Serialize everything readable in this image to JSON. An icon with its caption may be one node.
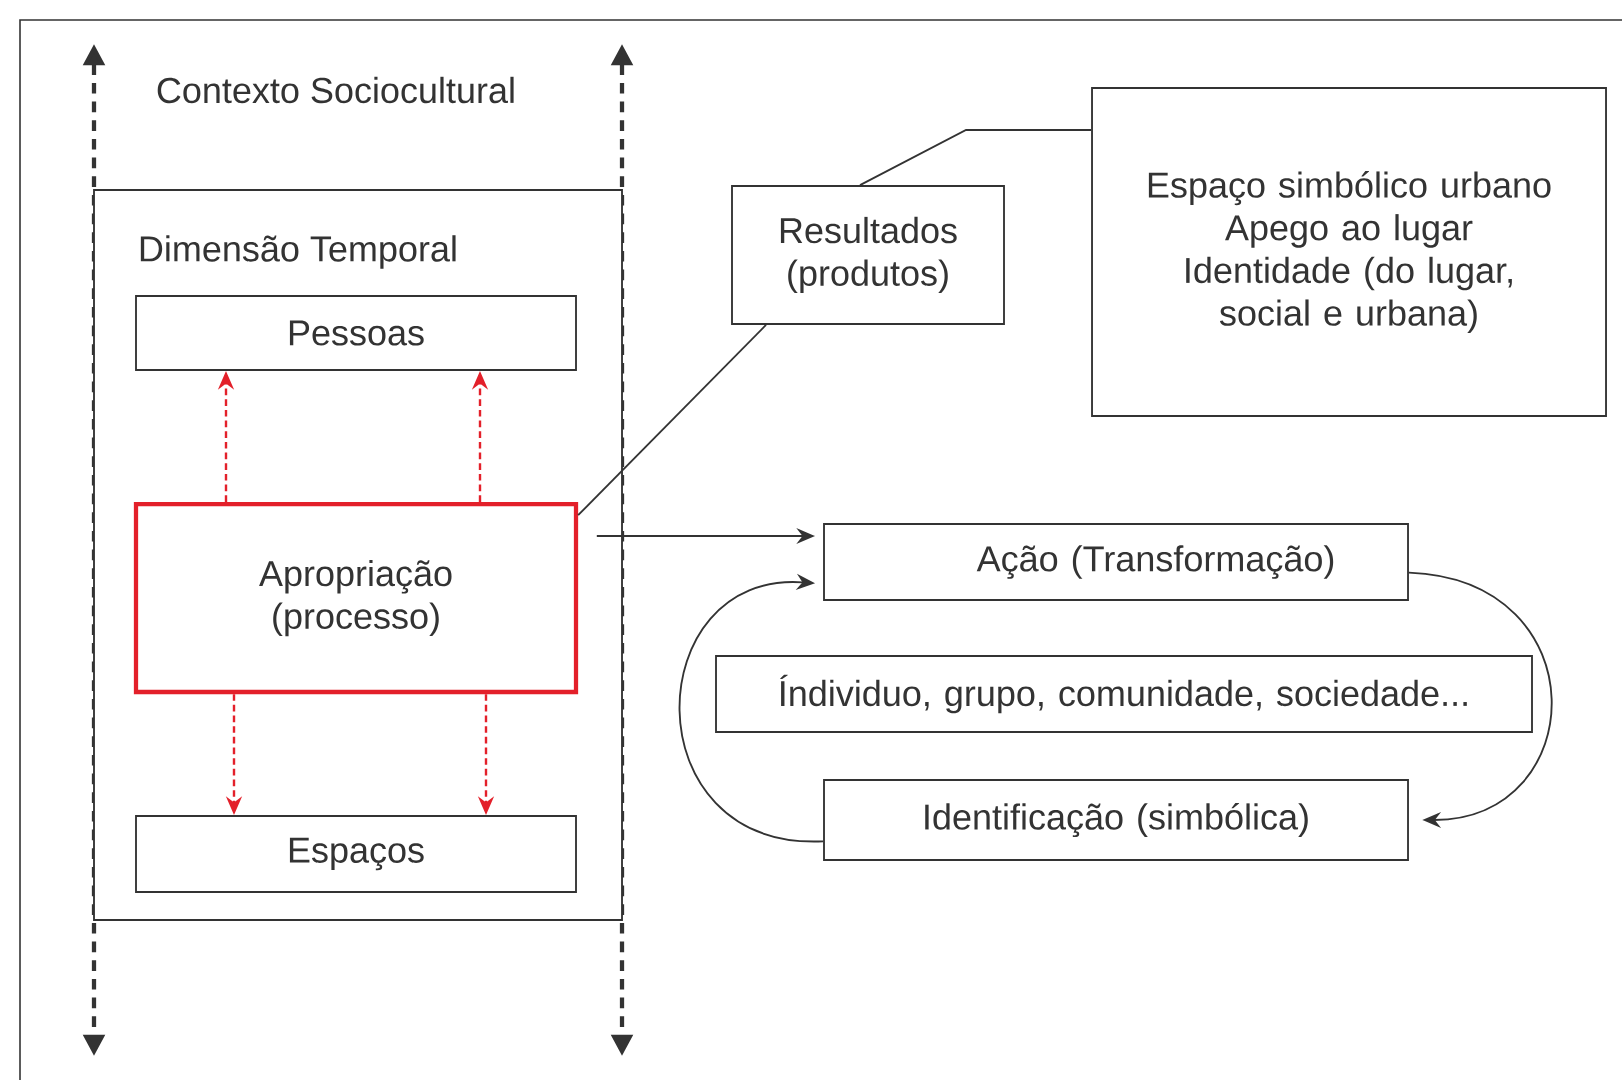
{
  "diagram": {
    "nodes": [
      {
        "text": [
          "Dimensão Temporal"
        ]
      },
      {
        "text": [
          "Pessoas"
        ],
        "in": 0
      },
      {
        "text": [
          "Apropriação (processo)"
        ],
        "in": 0
      },
      {
        "text": [
          "Espaços"
        ],
        "in": 0
      },
      {
        "text": [
          "Resultados (produtos)"
        ]
      },
      {
        "text": [
          "Espaço simbólico urbano",
          "Apego ao lugar",
          "Identidade (do lugar, social e urbana)"
        ]
      },
      {
        "text": [
          "Ação (Transformação)"
        ]
      },
      {
        "text": [
          "Índividuo, grupo, comunidade, sociedade..."
        ]
      },
      {
        "text": [
          "Identificação (simbólica)"
        ]
      }
    ],
    "edges": [
      {
        "from": 2,
        "to": 1,
        "arrow": "to",
        "style": "dashed",
        "color": "#e3202a"
      },
      {
        "from": 2,
        "to": 1,
        "arrow": "to",
        "style": "dashed",
        "color": "#e3202a"
      },
      {
        "from": 2,
        "to": 3,
        "arrow": "to",
        "style": "dashed",
        "color": "#e3202a"
      },
      {
        "from": 2,
        "to": 3,
        "arrow": "to",
        "style": "dashed",
        "color": "#e3202a"
      },
      {
        "from": 2,
        "to": 4,
        "arrow": "none"
      },
      {
        "from": 4,
        "to": 5,
        "arrow": "none"
      },
      {
        "from": 2,
        "to": 6,
        "arrow": "to"
      },
      {
        "from": 6,
        "to": 8,
        "arrow": "to"
      },
      {
        "from": 8,
        "to": 6,
        "arrow": "to"
      }
    ],
    "labels": [
      "Contexto Sociocultural"
    ]
  }
}
